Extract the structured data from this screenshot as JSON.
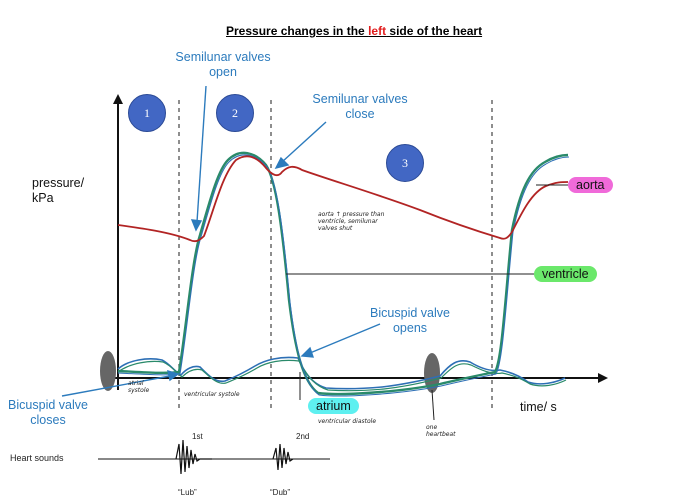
{
  "title": {
    "prefix": "Pressure changes in the ",
    "highlight": "left",
    "suffix": " side of the heart"
  },
  "phases": [
    "1",
    "2",
    "3"
  ],
  "labels": {
    "semilunar_open": "Semilunar valves\nopen",
    "semilunar_close": "Semilunar valves\nclose",
    "bicuspid_opens": "Bicuspid valve\nopens",
    "bicuspid_closes": "Bicuspid valve\ncloses",
    "y_axis": "pressure/\nkPa",
    "x_axis": "time/ s",
    "heart_sounds": "Heart sounds",
    "first": "1st",
    "second": "2nd",
    "lub": "“Lub”",
    "dub": "“Dub”"
  },
  "badges": {
    "aorta": "aorta",
    "ventricle": "ventricle",
    "atrium": "atrium"
  },
  "handwritten": {
    "aorta_note": "aorta ↑ pressure than\nventricle, semilunar\nvalves shut",
    "atrial_systole": "atrial\nsystole",
    "ventricular_systole": "ventricular systole",
    "ventricular_diastole": "ventricular diastole",
    "one_heartbeat": "one\nheartbeat"
  },
  "colors": {
    "aorta_line": "#b22424",
    "ventricle_line": "#2a8a6a",
    "atrium_line": "#2d6fb5",
    "aorta_badge": "#f06ad9",
    "ventricle_badge": "#6be86b",
    "atrium_badge": "#5ef0f0",
    "phase_circle": "#4267c4",
    "label_blue": "#2c7bbd",
    "title_highlight": "#e11d1d"
  }
}
